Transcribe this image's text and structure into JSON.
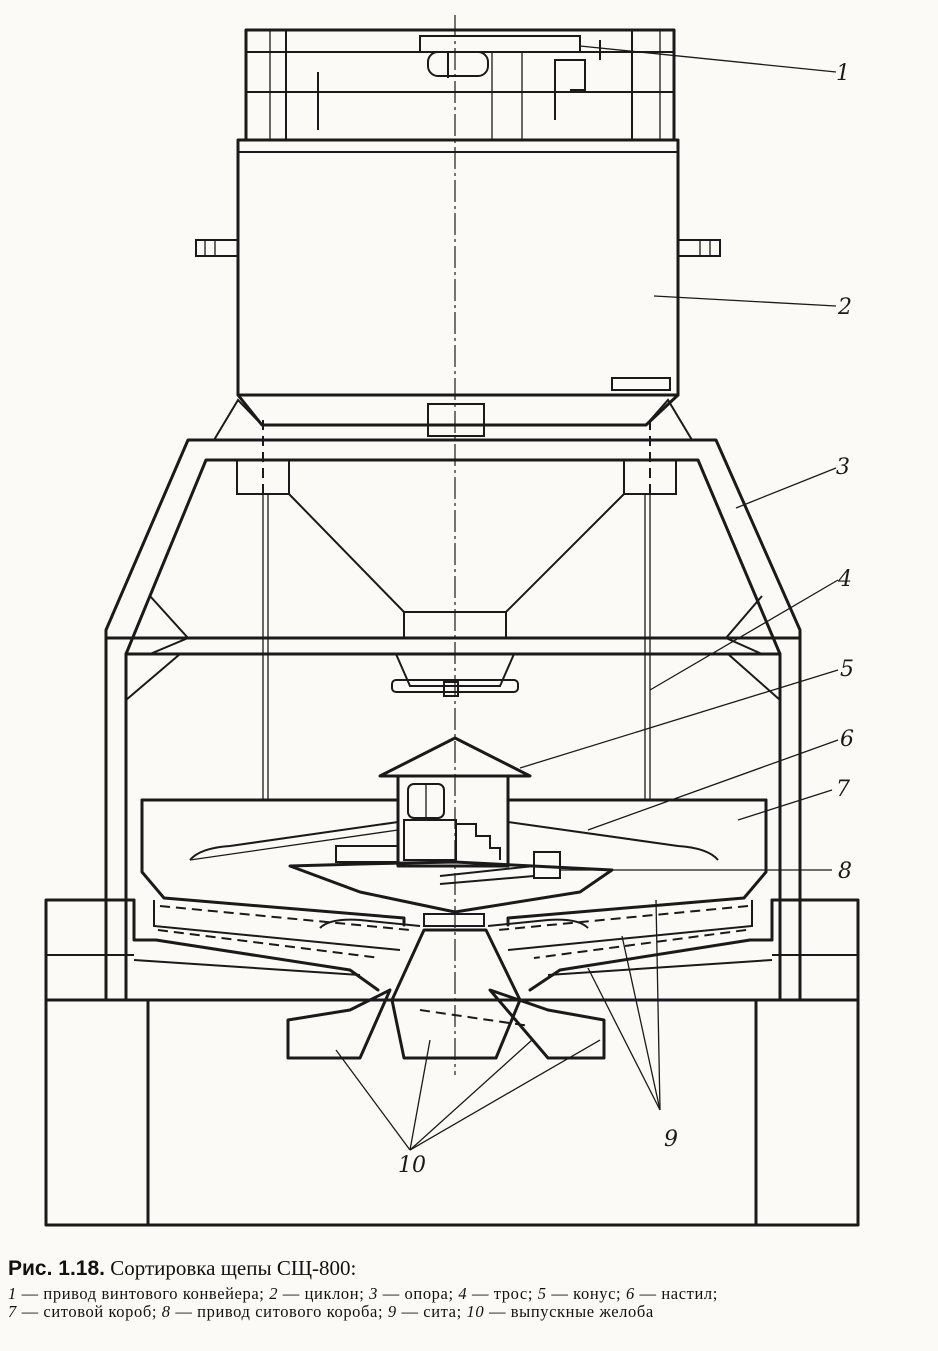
{
  "figure": {
    "labels": {
      "l1": "1",
      "l2": "2",
      "l3": "3",
      "l4": "4",
      "l5": "5",
      "l6": "6",
      "l7": "7",
      "l8": "8",
      "l9": "9",
      "l10": "10"
    }
  },
  "caption": {
    "number": "Рис. 1.18.",
    "title": "Сортировка щепы СЩ-800:",
    "legend": [
      {
        "num": "1",
        "text": "— привод винтового конвейера;"
      },
      {
        "num": "2",
        "text": "— циклон;"
      },
      {
        "num": "3",
        "text": "— опора;"
      },
      {
        "num": "4",
        "text": "— трос;"
      },
      {
        "num": "5",
        "text": "— конус;"
      },
      {
        "num": "6",
        "text": "— настил;"
      },
      {
        "num": "7",
        "text": "— ситовой короб;"
      },
      {
        "num": "8",
        "text": "— привод ситового короба;"
      },
      {
        "num": "9",
        "text": "— сита;"
      },
      {
        "num": "10",
        "text": "— выпускные желоба"
      }
    ]
  }
}
